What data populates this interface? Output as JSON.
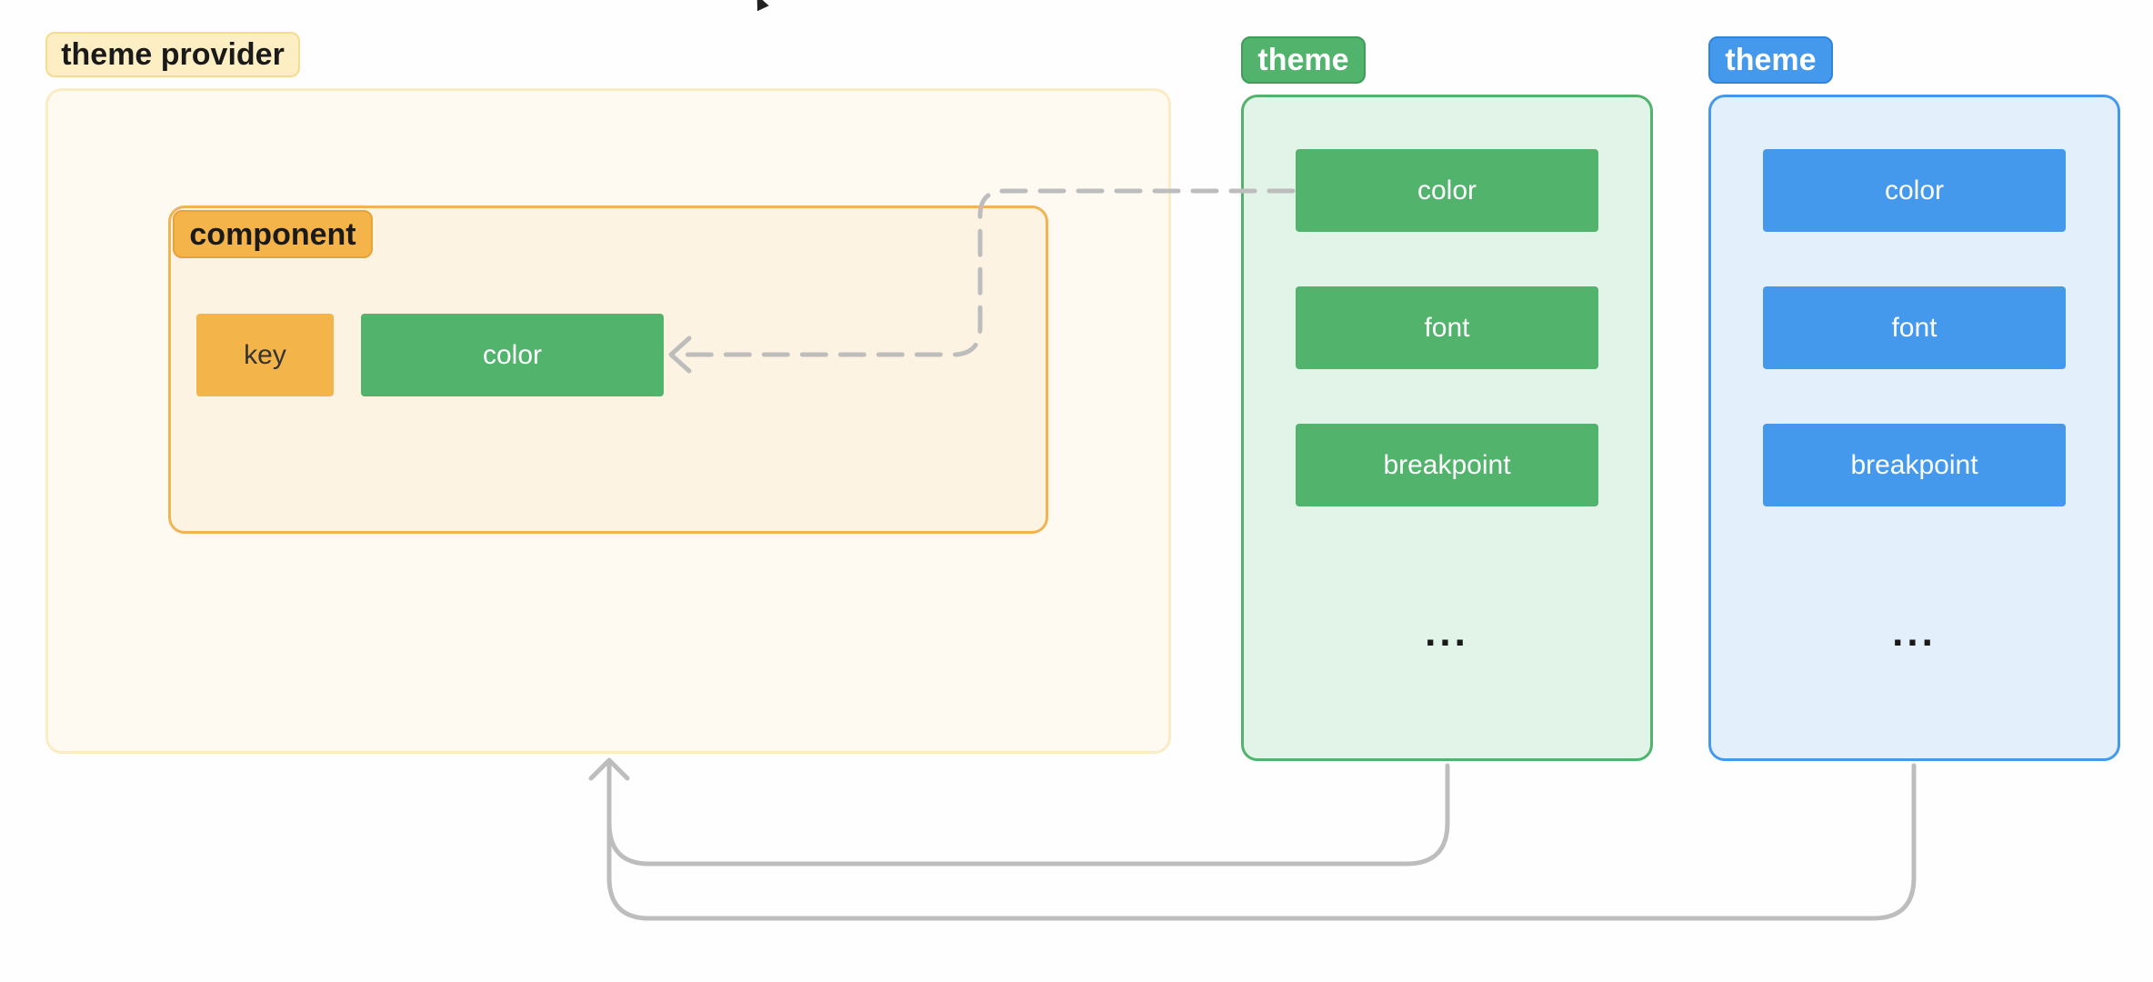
{
  "theme_provider": {
    "label": "theme provider",
    "component": {
      "label": "component",
      "key_label": "key",
      "value_label": "color"
    }
  },
  "themes": [
    {
      "label": "theme",
      "color": "#51b36c",
      "items": [
        "color",
        "font",
        "breakpoint",
        "..."
      ]
    },
    {
      "label": "theme",
      "color": "#4599ed",
      "items": [
        "color",
        "font",
        "breakpoint",
        "..."
      ]
    }
  ],
  "colors": {
    "provider_accent": "#fdeec4",
    "component_accent": "#f5b44a",
    "green_theme": "#51b36c",
    "blue_theme": "#4599ed",
    "connector": "#bdbdbd"
  }
}
